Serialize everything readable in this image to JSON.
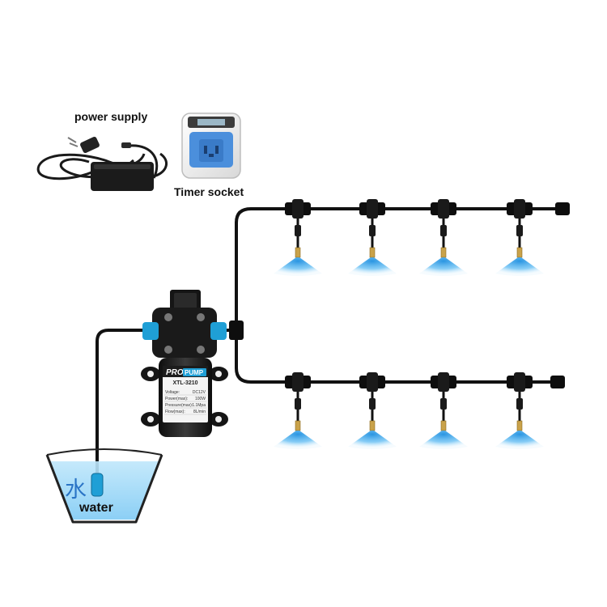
{
  "labels": {
    "power_supply": "power supply",
    "timer_socket": "Timer socket",
    "water_cn": "水",
    "water": "water"
  },
  "pump": {
    "brand_left": "PRO",
    "brand_right": "PUMP",
    "model": "XTL-3210",
    "spec_rows": [
      {
        "key": "Voltage:",
        "val": "DC12V"
      },
      {
        "key": "Power(max):",
        "val": "100W"
      },
      {
        "key": "Pressure(max):",
        "val": "1.1Mpa"
      },
      {
        "key": "Flow(max):",
        "val": "8L/min"
      }
    ]
  },
  "nozzle_rows": 2,
  "nozzles_per_row": 4,
  "colors": {
    "pipe": "#111111",
    "mist": "#3aa9f0",
    "water": "#8cd3f7",
    "pump_body": "#1c1c1c",
    "fitting_blue": "#1f9fd6",
    "brass": "#c9a24a",
    "socket_blue": "#4b8fdc",
    "label_blue": "#2a74c6"
  }
}
